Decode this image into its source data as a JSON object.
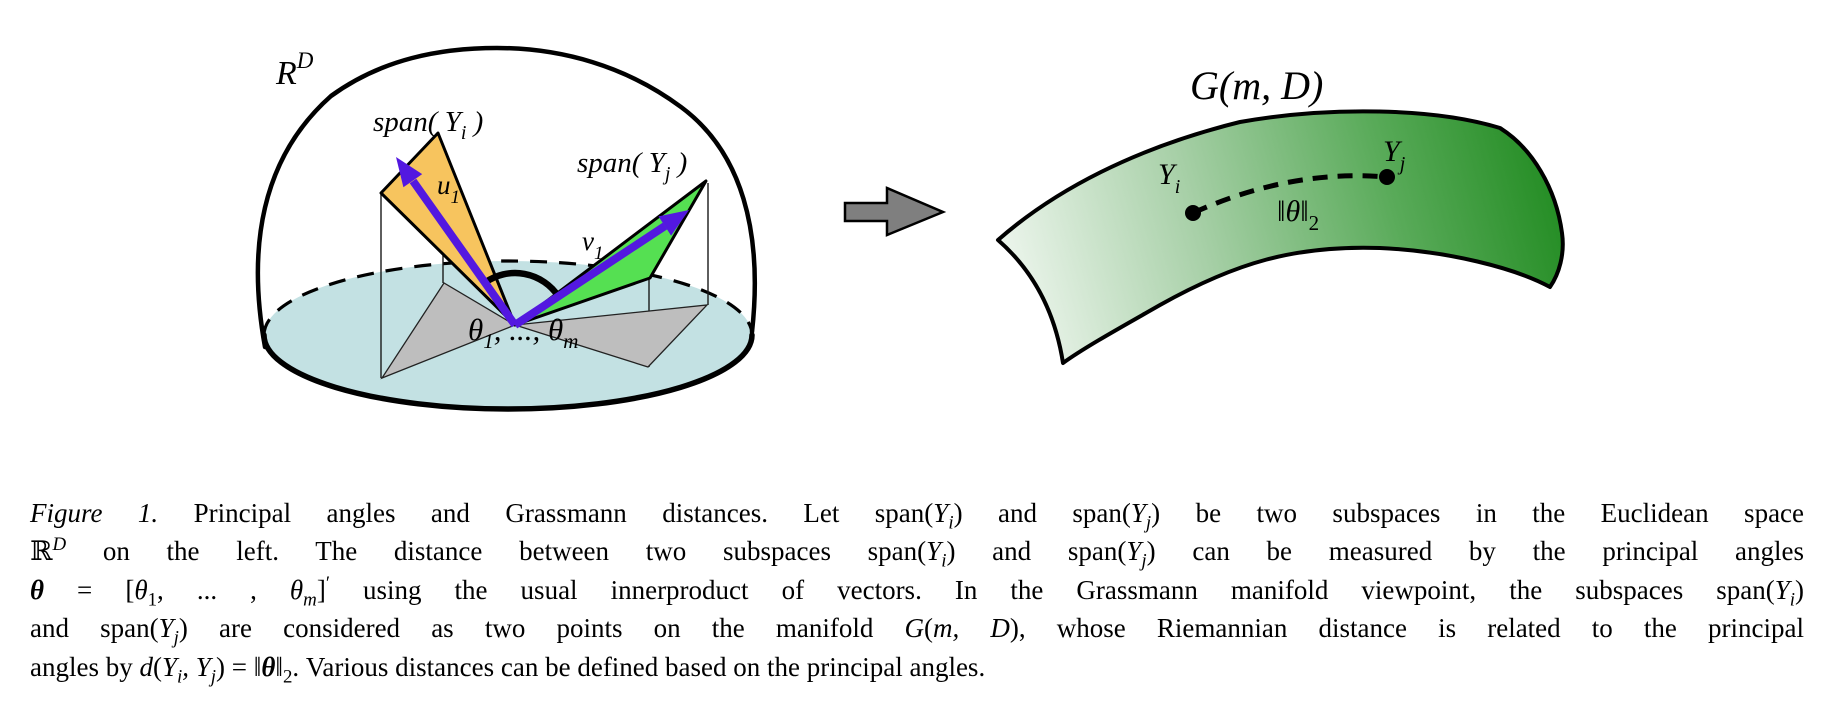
{
  "figure": {
    "colors": {
      "subspace_i_fill": "#F7C45E",
      "subspace_j_fill": "#55E052",
      "vector_purple": "#5318E0",
      "base_disk": "#C3E1E3",
      "projection_gray": "#BEBEBE",
      "mapping_arrow_gray": "#7F7F7F",
      "manifold_light": "#F7FBF7",
      "manifold_mid1": "#A6CFA6",
      "manifold_mid2": "#5AAB5A",
      "manifold_dark": "#1F8A1F"
    },
    "left_diagram": {
      "space_label": {
        "base": "R",
        "sup": "D"
      },
      "span_yi_label": {
        "pre": "span( ",
        "var": "Y",
        "sub": "i",
        "post": " )"
      },
      "span_yj_label": {
        "pre": "span( ",
        "var": "Y",
        "sub": "j",
        "post": " )"
      },
      "u1_label": {
        "var": "u",
        "sub": "1"
      },
      "v1_label": {
        "var": "v",
        "sub": "1"
      },
      "theta_label": {
        "t1": "θ",
        "s1": "1",
        "mid": ", ..., ",
        "t2": "θ",
        "s2": "m"
      }
    },
    "right_diagram": {
      "manifold_label": "G(m, D)",
      "yi_label": {
        "var": "Y",
        "sub": "i"
      },
      "yj_label": {
        "var": "Y",
        "sub": "j"
      },
      "distance_label": {
        "open": "‖",
        "var": "θ",
        "close": "‖",
        "sub": "2"
      }
    }
  },
  "caption": {
    "lines": [
      [
        {
          "s": "i",
          "t": "Figure 1."
        },
        {
          "s": "r",
          "t": " Principal angles and Grassmann distances. Let span("
        },
        {
          "s": "i",
          "t": "Y"
        },
        {
          "s": "sub",
          "t": "i"
        },
        {
          "s": "r",
          "t": ") and span("
        },
        {
          "s": "i",
          "t": "Y"
        },
        {
          "s": "sub",
          "t": "j"
        },
        {
          "s": "r",
          "t": ") be two subspaces in the Euclidean space"
        }
      ],
      [
        {
          "s": "r",
          "t": "ℝ"
        },
        {
          "s": "sup",
          "t": "D"
        },
        {
          "s": "r",
          "t": " on the left. The distance between two subspaces span("
        },
        {
          "s": "i",
          "t": "Y"
        },
        {
          "s": "sub",
          "t": "i"
        },
        {
          "s": "r",
          "t": ") and span("
        },
        {
          "s": "i",
          "t": "Y"
        },
        {
          "s": "sub",
          "t": "j"
        },
        {
          "s": "r",
          "t": ") can be measured by the principal angles"
        }
      ],
      [
        {
          "s": "bi",
          "t": "θ"
        },
        {
          "s": "r",
          "t": " = ["
        },
        {
          "s": "i",
          "t": "θ"
        },
        {
          "s": "subr",
          "t": "1"
        },
        {
          "s": "r",
          "t": ", ... , "
        },
        {
          "s": "i",
          "t": "θ"
        },
        {
          "s": "sub",
          "t": "m"
        },
        {
          "s": "r",
          "t": "]"
        },
        {
          "s": "supr",
          "t": "′"
        },
        {
          "s": "r",
          "t": " using the usual innerproduct of vectors. In the Grassmann manifold viewpoint, the subspaces span("
        },
        {
          "s": "i",
          "t": "Y"
        },
        {
          "s": "sub",
          "t": "i"
        },
        {
          "s": "r",
          "t": ")"
        }
      ],
      [
        {
          "s": "r",
          "t": "and span("
        },
        {
          "s": "i",
          "t": "Y"
        },
        {
          "s": "sub",
          "t": "j"
        },
        {
          "s": "r",
          "t": ") are considered as two points on the manifold "
        },
        {
          "s": "i",
          "t": "G"
        },
        {
          "s": "r",
          "t": "("
        },
        {
          "s": "i",
          "t": "m, D"
        },
        {
          "s": "r",
          "t": "), whose Riemannian distance is related to the principal"
        }
      ],
      [
        {
          "s": "r",
          "t": "angles by "
        },
        {
          "s": "i",
          "t": "d"
        },
        {
          "s": "r",
          "t": "("
        },
        {
          "s": "i",
          "t": "Y"
        },
        {
          "s": "sub",
          "t": "i"
        },
        {
          "s": "i",
          "t": ", Y"
        },
        {
          "s": "sub",
          "t": "j"
        },
        {
          "s": "r",
          "t": ") = ‖"
        },
        {
          "s": "bi",
          "t": "θ"
        },
        {
          "s": "r",
          "t": "‖"
        },
        {
          "s": "subr",
          "t": "2"
        },
        {
          "s": "r",
          "t": ". Various distances can be defined based on the principal angles."
        }
      ]
    ]
  }
}
